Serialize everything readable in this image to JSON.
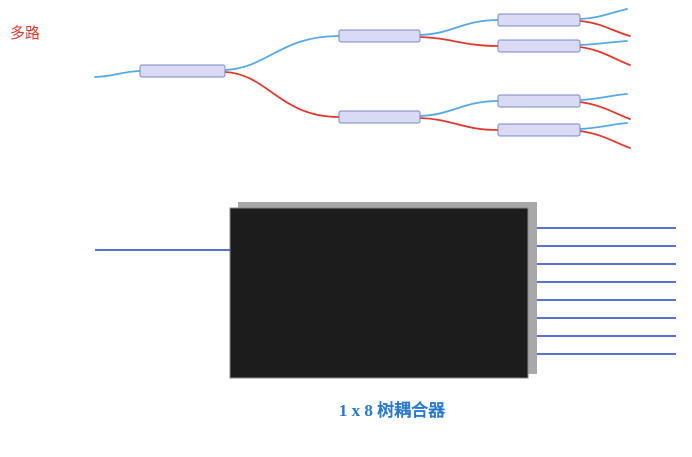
{
  "labels": {
    "multipath": "多路",
    "caption": "1 x 8 树耦合器"
  },
  "colors": {
    "fiber_blue": "#54A9E8",
    "fiber_red": "#E0392B",
    "coupler_fill": "#D9DAF3",
    "coupler_stroke": "#7B87C4",
    "device_fill": "#1C1C1C",
    "device_shadow": "#A8A8A8",
    "port_line": "#2244CC",
    "label_red": "#E0392B",
    "caption_blue": "#2778D0"
  },
  "device": {
    "inputs": 1,
    "outputs": 8
  }
}
